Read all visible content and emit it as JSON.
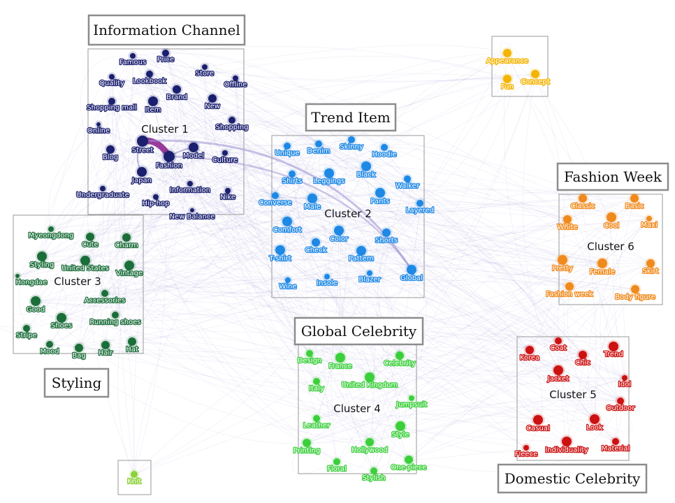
{
  "colors": {
    "edge": "#7b72c8",
    "cluster1": "#1a1f6e",
    "cluster2": "#1e88e5",
    "cluster3": "#1b6e3a",
    "cluster4": "#3ccf3c",
    "cluster5": "#cc1111",
    "cluster6": "#f08a1c",
    "misc_yellow": "#f4b400",
    "misc_lime": "#8bd23a",
    "strong_edge": "#8a1a8a"
  },
  "sections": [
    {
      "id": "info",
      "title": "Information Channel"
    },
    {
      "id": "trend",
      "title": "Trend Item"
    },
    {
      "id": "fashionweek",
      "title": "Fashion Week"
    },
    {
      "id": "styling",
      "title": "Styling"
    },
    {
      "id": "global",
      "title": "Global Celebrity"
    },
    {
      "id": "domestic",
      "title": "Domestic Celebrity"
    }
  ],
  "clusters": [
    {
      "id": "c1",
      "label": "Cluster 1",
      "color": "#1a1f6e",
      "nodes": [
        "Famous",
        "Price",
        "Quality",
        "Lookbook",
        "Store",
        "Offline",
        "Brand",
        "New",
        "Shopping mall",
        "Item",
        "Shopping",
        "Online",
        "Blog",
        "Street",
        "Model",
        "Culture",
        "Fashion",
        "Japan",
        "Information",
        "Undergraduate",
        "Nike",
        "Hip-hop",
        "New Balance"
      ]
    },
    {
      "id": "c2",
      "label": "Cluster 2",
      "color": "#1e88e5",
      "nodes": [
        "Unique",
        "Denim",
        "Skinny",
        "Hoodie",
        "Black",
        "Shirts",
        "Leggings",
        "Walker",
        "Pants",
        "Converse",
        "Male",
        "Layered",
        "Comfort",
        "Color",
        "Shorts",
        "Check",
        "T-shirt",
        "Pattern",
        "Wine",
        "Insole",
        "Blazer",
        "Global"
      ]
    },
    {
      "id": "c3",
      "label": "Cluster 3",
      "color": "#1b6e3a",
      "nodes": [
        "Myeongdong",
        "Cute",
        "Charm",
        "Styling",
        "United States",
        "Vintage",
        "Hongdae",
        "Accessories",
        "Good",
        "Running shoes",
        "Shoes",
        "Stripe",
        "Mood",
        "Bag",
        "Hair",
        "Hat"
      ]
    },
    {
      "id": "c4",
      "label": "Cluster 4",
      "color": "#3ccf3c",
      "nodes": [
        "Design",
        "France",
        "Celebrity",
        "Italy",
        "United Kingdom",
        "Jumpsuit",
        "Leather",
        "Style",
        "Printing",
        "Hollywood",
        "Floral",
        "Stylish",
        "One-piece"
      ]
    },
    {
      "id": "c5",
      "label": "Cluster 5",
      "color": "#cc1111",
      "nodes": [
        "Korea",
        "Coat",
        "Chic",
        "Trend",
        "Jacket",
        "Idol",
        "Outdoor",
        "Casual",
        "Look",
        "Fleece",
        "Individuality",
        "Material"
      ]
    },
    {
      "id": "c6",
      "label": "Cluster 6",
      "color": "#f08a1c",
      "nodes": [
        "Classic",
        "Basic",
        "White",
        "Cool",
        "Maxi",
        "Pretty",
        "Female",
        "Skirt",
        "Fashion week",
        "Body figure"
      ]
    },
    {
      "id": "c7",
      "label": "",
      "color": "#f4b400",
      "nodes": [
        "Appearance",
        "Fun",
        "Concept"
      ]
    },
    {
      "id": "c8",
      "label": "",
      "color": "#8bd23a",
      "nodes": [
        "Knit"
      ]
    }
  ]
}
